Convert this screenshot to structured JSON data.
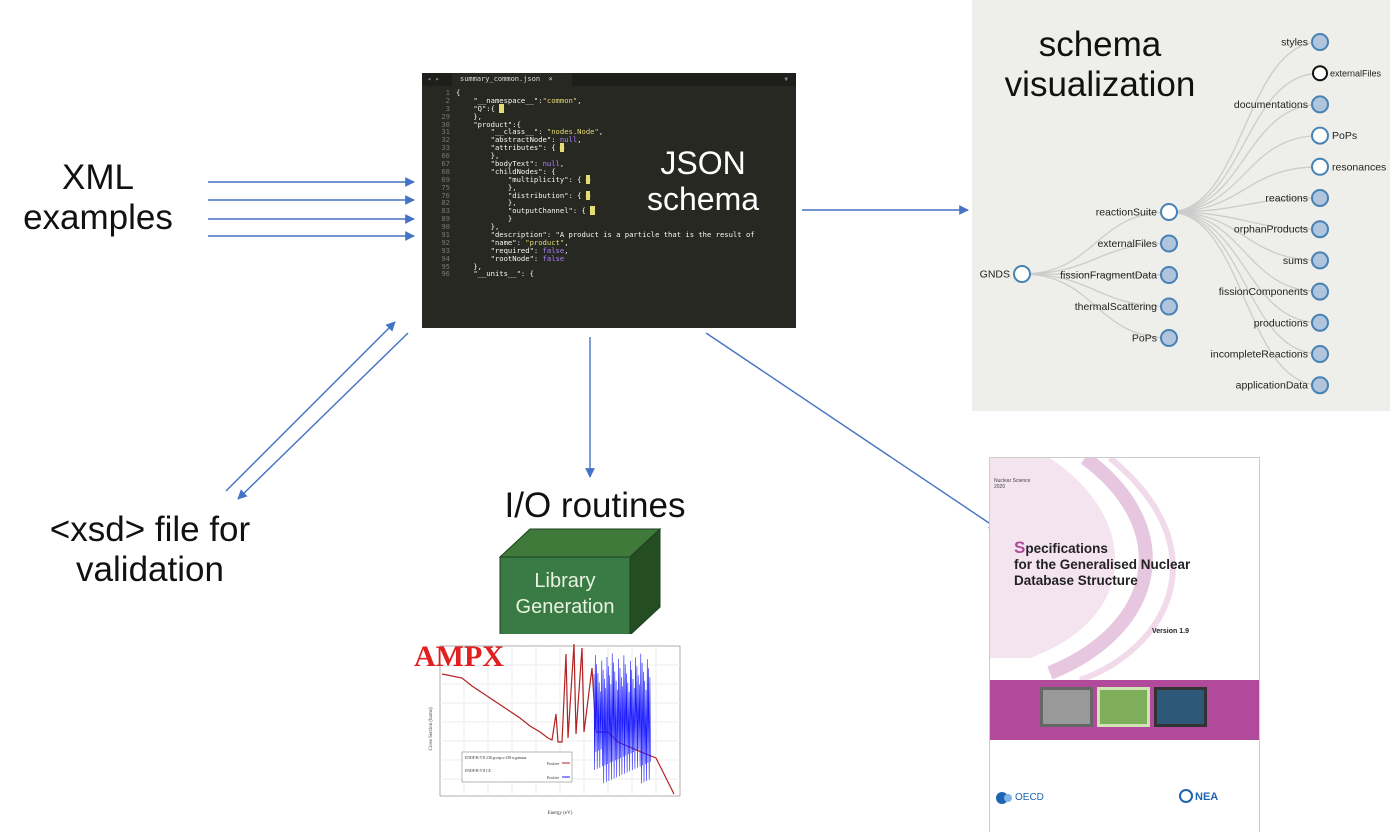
{
  "labels": {
    "xml_examples": "XML\nexamples",
    "json_schema": "JSON\nschema",
    "schema_visualization": "schema\nvisualization",
    "xsd": "<xsd> file for\nvalidation",
    "io_routines": "I/O routines",
    "library_generation": "Library\nGeneration",
    "ampx": "AMPX"
  },
  "editor": {
    "tab_name": "summary_common.json",
    "line_numbers": [
      "1",
      "2",
      "3",
      "29",
      "30",
      "31",
      "32",
      "33",
      "66",
      "67",
      "68",
      "69",
      "75",
      "76",
      "82",
      "83",
      "89",
      "90",
      "91",
      "92",
      "93",
      "94",
      "95",
      "96"
    ],
    "lines": [
      "{",
      "    \"__namespace__\":\"common\",",
      "    \"Q\":{ ▬",
      "    },",
      "    \"product\":{",
      "        \"__class__\": \"nodes.Node\",",
      "        \"abstractNode\": null,",
      "        \"attributes\": { ▬",
      "        },",
      "        \"bodyText\": null,",
      "        \"childNodes\": {",
      "            \"multiplicity\": { ▬",
      "            },",
      "            \"distribution\": { ▬",
      "            },",
      "            \"outputChannel\": { ▬",
      "            }",
      "        },",
      "        \"description\": \"A product is a particle that is the result of",
      "        \"name\": \"product\",",
      "        \"required\": false,",
      "        \"rootNode\": false",
      "    },",
      "    \"__units__\": {"
    ]
  },
  "tree": {
    "root": "GNDS",
    "level1": [
      "reactionSuite",
      "externalFiles",
      "fissionFragmentData",
      "thermalScattering",
      "PoPs"
    ],
    "level2": [
      "styles",
      "externalFiles",
      "documentations",
      "PoPs",
      "resonances",
      "reactions",
      "orphanProducts",
      "sums",
      "fissionComponents",
      "productions",
      "incompleteReactions",
      "applicationData"
    ],
    "node_fill": "#b0c4de",
    "node_stroke": "#4682b4"
  },
  "ampx_chart": {
    "legend": [
      "ENDF/B-VII 238 group u-238 n,gamma",
      "Positive",
      "ENDF/B-VII CE",
      "Positive"
    ],
    "xlabel": "Energy (eV)",
    "ylabel": "Cross Section (barns)"
  },
  "document": {
    "series": "Nuclear Science\n2020",
    "title_first_letter": "S",
    "title_rest_line1": "pecifications",
    "title_line2": "for the Generalised Nuclear",
    "title_line3": "Database Structure",
    "version": "Version 1.9",
    "logo_left": "OECD",
    "logo_right": "NEA",
    "accent_color": "#b14a9a"
  },
  "colors": {
    "arrow": "#4472c4"
  }
}
